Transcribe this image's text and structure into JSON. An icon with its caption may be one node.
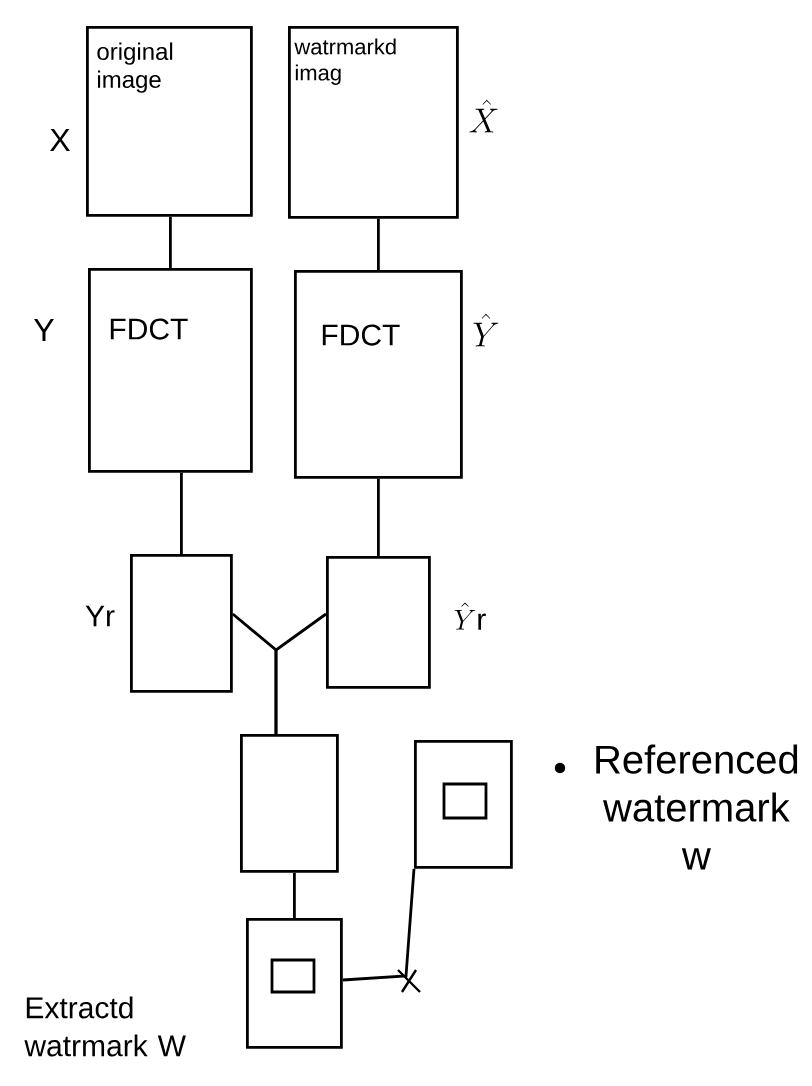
{
  "diagram": {
    "nodes": [
      {
        "text": [
          "original image"
        ],
        "beside": [
          "X"
        ]
      },
      {
        "text": [
          "watrmarkd imag"
        ],
        "beside": [
          "\\hat{X}"
        ]
      },
      {
        "text": [
          "FDCT"
        ],
        "beside": [
          "Y"
        ]
      },
      {
        "text": [
          "FDCT"
        ],
        "beside": [
          "\\hat{Y}"
        ]
      },
      {
        "text": [],
        "shape": "box",
        "beside": [
          "Yr"
        ]
      },
      {
        "text": [],
        "shape": "box",
        "beside": [
          "\\hat{Y}\\mathrm{r}"
        ]
      },
      {
        "text": [],
        "shape": "box"
      },
      {
        "text": [],
        "shape": "box",
        "beside": [
          "Extractd watrmark W"
        ]
      },
      {
        "text": [],
        "shape": "box",
        "beside": [
          "Referenced watermark w"
        ]
      }
    ],
    "edges": [
      {
        "from": 0,
        "to": 2,
        "arrow": "none"
      },
      {
        "from": 1,
        "to": 3,
        "arrow": "none"
      },
      {
        "from": 2,
        "to": 4,
        "arrow": "none"
      },
      {
        "from": 3,
        "to": 5,
        "arrow": "none"
      },
      {
        "from": 4,
        "to": 6,
        "arrow": "none"
      },
      {
        "from": 5,
        "to": 6,
        "arrow": "none"
      },
      {
        "from": 6,
        "to": 7,
        "arrow": "none"
      },
      {
        "from": 7,
        "to": 8,
        "arrow": "none"
      }
    ]
  }
}
